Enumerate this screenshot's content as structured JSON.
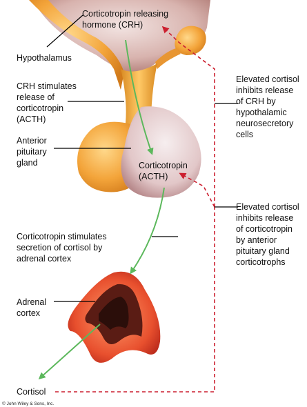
{
  "labels": {
    "crh": [
      "Corticotropin releasing",
      "hormone (CRH)"
    ],
    "hypothalamus": [
      "Hypothalamus"
    ],
    "crh_stimulates": [
      "CRH stimulates",
      "release of",
      "corticotropin",
      "(ACTH)"
    ],
    "anterior_pituitary": [
      "Anterior",
      "pituitary",
      "gland"
    ],
    "acth": [
      "Corticotropin",
      "(ACTH)"
    ],
    "acth_stimulates": [
      "Corticotropin stimulates",
      "secretion of cortisol by",
      "adrenal cortex"
    ],
    "adrenal_cortex": [
      "Adrenal",
      "cortex"
    ],
    "cortisol": [
      "Cortisol"
    ],
    "feedback_hypothalamus": [
      "Elevated cortisol",
      "inhibits release",
      "of CRH by",
      "hypothalamic",
      "neurosecretory",
      "cells"
    ],
    "feedback_pituitary": [
      "Elevated cortisol",
      "inhibits release",
      "of corticotropin",
      "by anterior",
      "pituitary gland",
      "corticotrophs"
    ]
  },
  "copyright": "© John Wiley & Sons, Inc.",
  "colors": {
    "stimulation_arrow": "#5cb85c",
    "inhibition_line": "#cc1f2f",
    "gland_orange": "#f0a030",
    "hypothalamus_tissue": "#c99a94",
    "pituitary_tissue": "#e5cfd0",
    "adrenal_red": "#e0442a"
  }
}
